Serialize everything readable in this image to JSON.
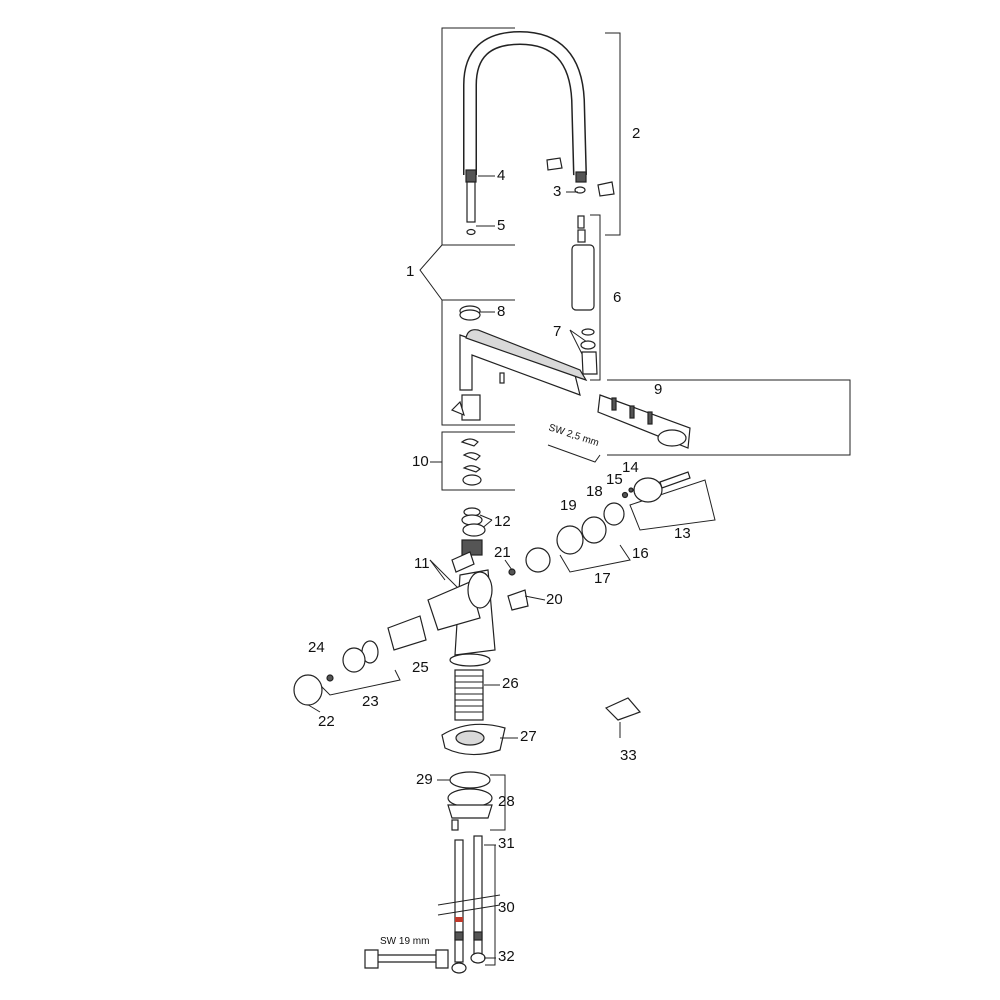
{
  "labels": {
    "l1": "1",
    "l2": "2",
    "l3": "3",
    "l4": "4",
    "l5": "5",
    "l6": "6",
    "l7": "7",
    "l8": "8",
    "l9": "9",
    "l10": "10",
    "l11": "11",
    "l12": "12",
    "l13": "13",
    "l14": "14",
    "l15": "15",
    "l16": "16",
    "l17": "17",
    "l18": "18",
    "l19": "19",
    "l20": "20",
    "l21": "21",
    "l22": "22",
    "l23": "23",
    "l24": "24",
    "l25": "25",
    "l26": "26",
    "l27": "27",
    "l28": "28",
    "l29": "29",
    "l30": "30",
    "l31": "31",
    "l32": "32",
    "l33": "33"
  },
  "tools": {
    "hex_key": "SW 2,5 mm",
    "wrench": "SW 19 mm"
  },
  "colors": {
    "line": "#222222",
    "accent_ring": "#c0392b"
  }
}
